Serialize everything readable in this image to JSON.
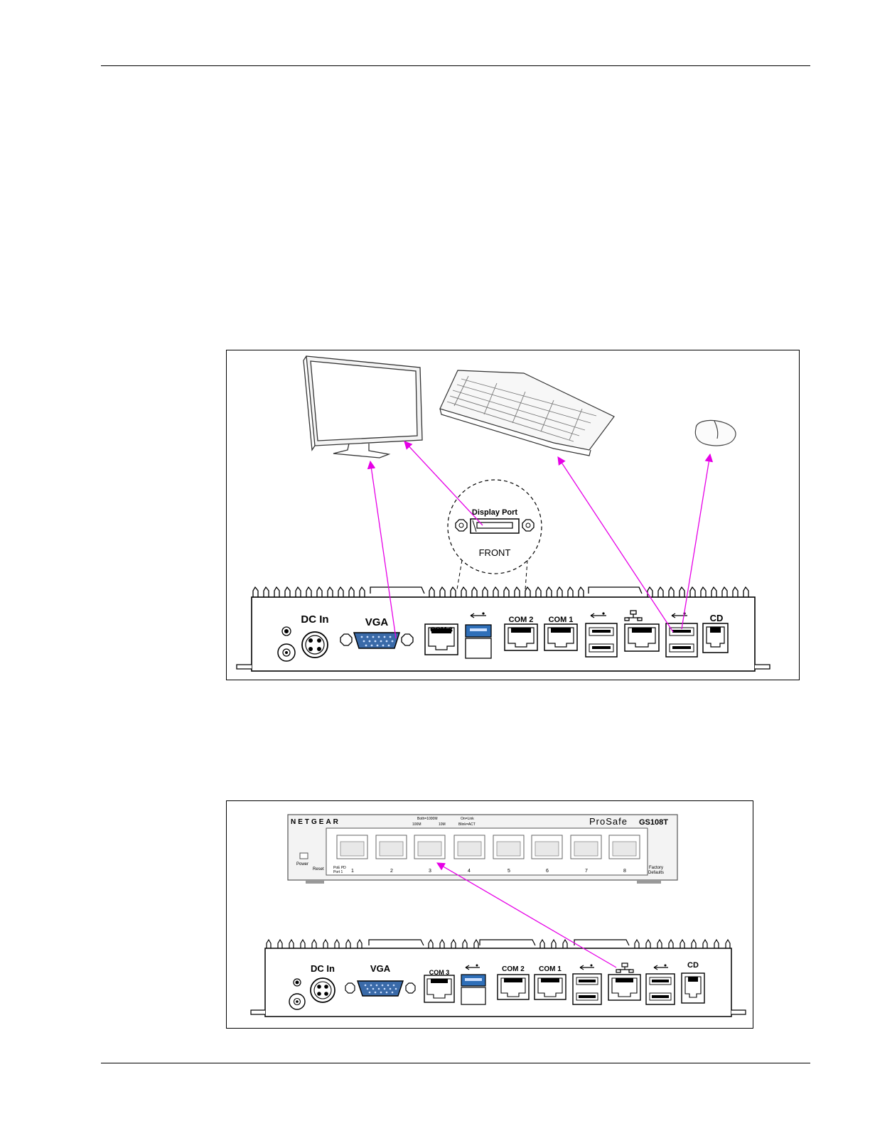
{
  "figure1": {
    "callout": {
      "port_label": "Display Port",
      "side_label": "FRONT"
    },
    "panel": {
      "dc_in": "DC In",
      "vga": "VGA",
      "com3": "COM 3",
      "com2": "COM 2",
      "com1": "COM 1",
      "cd": "CD"
    }
  },
  "figure2": {
    "switch": {
      "brand": "NETGEAR",
      "series": "ProSafe",
      "model": "GS108T",
      "led_speed_both": "Both=1000M",
      "led_speed_100": "100M",
      "led_speed_10": "10M",
      "led_link_on": "On=Link",
      "led_link_blink": "Blink=ACT",
      "power": "Power",
      "reset": "Reset",
      "poe_pd": "PoE PD",
      "poe_port": "Port 1",
      "factory": "Factory",
      "defaults": "Defaults",
      "ports": [
        "1",
        "2",
        "3",
        "4",
        "5",
        "6",
        "7",
        "8"
      ]
    },
    "panel": {
      "dc_in": "DC In",
      "vga": "VGA",
      "com3": "COM 3",
      "com2": "COM 2",
      "com1": "COM 1",
      "cd": "CD"
    }
  },
  "colors": {
    "arrow": "#e600e6",
    "vga_blue": "#3a6aa8",
    "usb3_blue": "#2f6fb8"
  }
}
